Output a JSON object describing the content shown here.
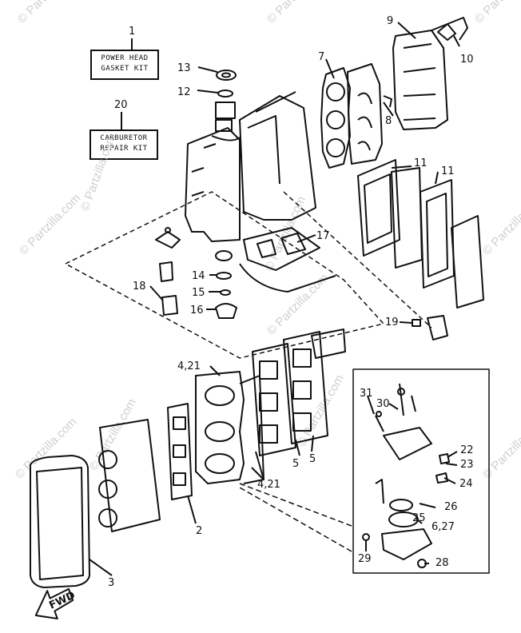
{
  "watermark": {
    "text": "© Partzilla.com"
  },
  "kits": [
    {
      "number": "1",
      "line1": "POWER HEAD",
      "line2": "GASKET KIT"
    },
    {
      "number": "20",
      "line1": "CARBURETOR",
      "line2": "REPAIR KIT"
    }
  ],
  "callouts": [
    "1",
    "2",
    "3",
    "4,21",
    "4,21",
    "5",
    "5",
    "6,27",
    "7",
    "8",
    "9",
    "10",
    "11",
    "11",
    "12",
    "13",
    "14",
    "15",
    "16",
    "17",
    "18",
    "19",
    "20",
    "22",
    "23",
    "24",
    "25",
    "26",
    "28",
    "29",
    "30",
    "31"
  ],
  "direction_label": "FWD",
  "colors": {
    "line": "#111111",
    "watermark": "#cfcfcf",
    "background": "#ffffff"
  }
}
